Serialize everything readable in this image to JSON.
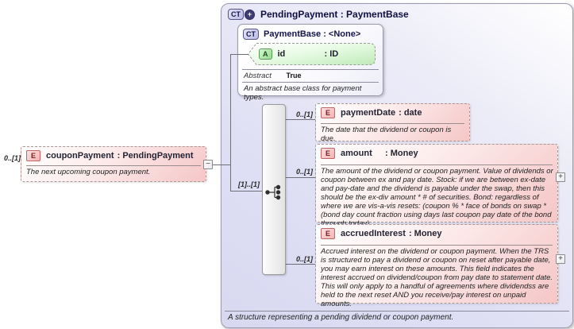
{
  "diagram": {
    "root": {
      "badge": "CT",
      "badge_plus": "+",
      "title": "PendingPayment : PaymentBase",
      "description": "A structure representing a pending dividend or coupon payment."
    },
    "base": {
      "badge": "CT",
      "title": "PaymentBase : <None>",
      "attribute": {
        "badge": "A",
        "name": "id",
        "type": ": ID"
      },
      "abstract_label": "Abstract",
      "abstract_value": "True",
      "description": "An abstract base class for payment types."
    },
    "source_element": {
      "badge": "E",
      "cardinality": "0..[1]",
      "name": "couponPayment",
      "type": ": PendingPayment",
      "description": "The next upcoming coupon payment.",
      "collapse_glyph": "−"
    },
    "sequence": {
      "cardinality": "[1]..[1]"
    },
    "children": [
      {
        "badge": "E",
        "cardinality": "0..[1]",
        "name": "paymentDate",
        "type": ": date",
        "description": "The date that the dividend or coupon is due."
      },
      {
        "badge": "E",
        "cardinality": "0..[1]",
        "name": "amount",
        "type": ": Money",
        "description": "The amount of the dividend or coupon payment. Value of dividends or coupon between ex and pay date. Stock: if we are between ex-date and pay-date and the dividend is payable under the swap, then this should be the ex-div amount * # of securities. Bond: regardless of where we are vis-a-vis resets: (coupon % * face of bonds on swap * (bond day count fraction using days last coupon pay date of the bond through today).",
        "expander": "+"
      },
      {
        "badge": "E",
        "cardinality": "0..[1]",
        "name": "accruedInterest",
        "type": ": Money",
        "description": "Accrued interest on the dividend or coupon payment. When the TRS is structured to pay a dividend or coupon on reset after payable date, you may earn interest on these amounts. This field indicates the interest accrued on dividend/coupon from pay date to statement date. This will only apply to a handful of agreements where dividendss are held to the next reset AND you receive/pay interest on unpaid amounts.",
        "expander": "+"
      }
    ],
    "colors": {
      "container_lavender": "#dedef4",
      "element_pink": "#f5c6c6",
      "attribute_green": "#bfeab8",
      "badge_navy": "#3d3d74"
    }
  }
}
